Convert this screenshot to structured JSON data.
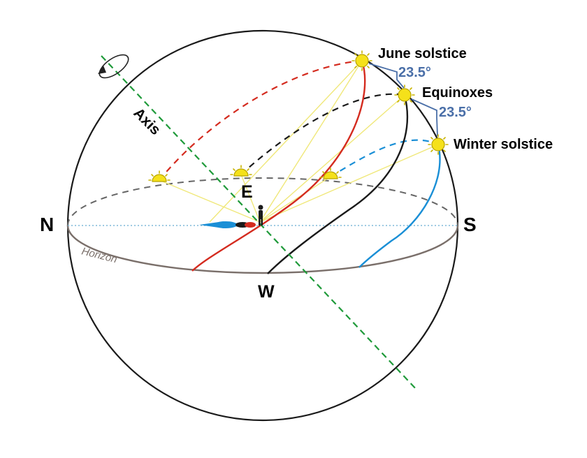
{
  "labels": {
    "north": "N",
    "south": "S",
    "east": "E",
    "west": "W",
    "axis": "Axis",
    "horizon": "Horizon",
    "june": "June solstice",
    "equinoxes": "Equinoxes",
    "winter": "Winter solstice",
    "angle_top": "23.5°",
    "angle_bottom": "23.5°"
  },
  "colors": {
    "june_path": "#d42b1f",
    "equinox_path": "#1a1a1a",
    "winter_path": "#1a8fd6",
    "axis": "#1f9a3a",
    "sun": "#f5e11a",
    "sun_rays": "#f5e11a",
    "horizon": "#7a6f6a",
    "angle": "#4a6fa8"
  },
  "icons": {
    "sun": "sun-icon",
    "observer": "person-icon",
    "rotation": "rotation-arrow-icon"
  }
}
